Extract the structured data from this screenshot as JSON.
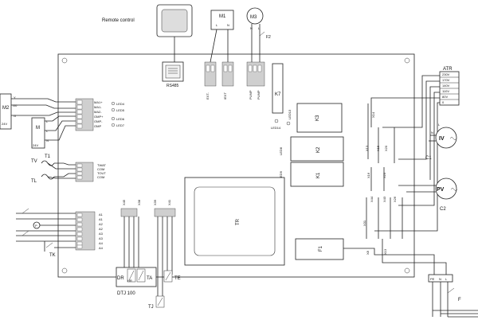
{
  "labels": {
    "remote_control": "Remote control",
    "rs485": "RS485",
    "m1": "M1",
    "m3": "M3",
    "f2": "F2",
    "l": "L",
    "n": "N",
    "m2": "M2",
    "m": "M",
    "v24_a": "24V",
    "v24_b": "24V",
    "y": "Y",
    "g0": "G0",
    "g": "G",
    "tv": "TV",
    "tl": "TL",
    "t1": "T1",
    "tk": "TK",
    "p": "P",
    "k7": "K7",
    "k1": "K1",
    "k2": "K2",
    "k3": "K3",
    "tr": "TR",
    "f1": "F1",
    "led13": "LED13",
    "led14": "LED14",
    "led8": "LED8",
    "led9": "LED9",
    "atr": "ATR",
    "iv": "IV",
    "pv": "PV",
    "c1": "C1",
    "c2": "C2",
    "pe": "PE",
    "f": "F",
    "dr": "DR",
    "hr": "HR",
    "ta": "TA",
    "te": "TE",
    "tj": "TJ",
    "dtj": "DTJ 100"
  },
  "relay_terminals": [
    "EXT-",
    "IEXT",
    "PUMP",
    "PUMP"
  ],
  "damper_terminals": [
    "MA1+",
    "MA1-",
    "MA2-",
    "OMP+",
    "OMP-",
    "OMP"
  ],
  "leds_left": [
    "LED4",
    "LED5",
    "LED6",
    "LED7"
  ],
  "temp_terminals": [
    "TWAT",
    "COM",
    "TOUT",
    "COM"
  ],
  "input_terminals": [
    "A1",
    "A1",
    "A2",
    "A2",
    "A3",
    "A3",
    "A4",
    "A4"
  ],
  "sensor_terminals": [
    "X45",
    "X38",
    "X39",
    "X41"
  ],
  "atr_taps": [
    "230V",
    "170V",
    "140V",
    "110V",
    "80V",
    "0"
  ],
  "x_labels": [
    "X14",
    "X13",
    "X20",
    "X15",
    "X16",
    "X23",
    "X44",
    "X43",
    "X26",
    "X8",
    "X31",
    "X13"
  ]
}
